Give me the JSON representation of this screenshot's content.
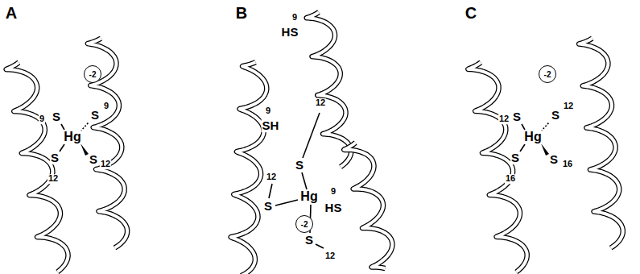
{
  "diagram": {
    "nodes": [
      {
        "text": [
          "-2"
        ]
      },
      {
        "text": [
          "-2"
        ]
      },
      {
        "text": [
          "-2"
        ]
      }
    ],
    "labels": [
      "A",
      "9",
      "S",
      "S",
      "9",
      "Hg",
      "S",
      "12",
      "S",
      "12",
      "B",
      "9",
      "HS",
      "9",
      "SH",
      "12",
      "12",
      "S",
      "Hg",
      "S",
      "9",
      "HS",
      "S",
      "12",
      "C",
      "12",
      "S",
      "S",
      "12",
      "Hg",
      "S",
      "16",
      "S",
      "16"
    ]
  }
}
